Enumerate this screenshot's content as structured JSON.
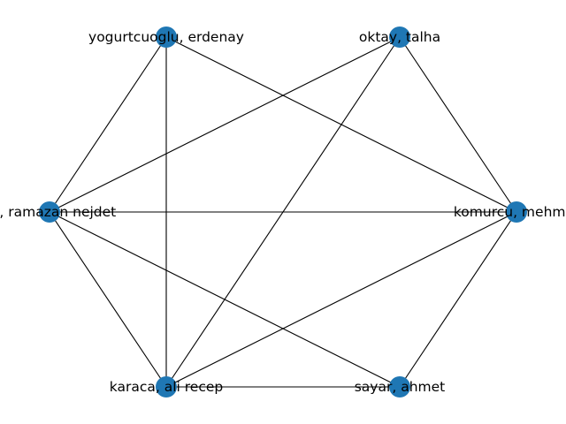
{
  "graph": {
    "node_color": "#1f77b4",
    "edge_color": "#000000",
    "background": "#ffffff",
    "nodes": [
      {
        "id": "yogurtcuoglu",
        "label": "yogurtcuoglu, erdenay"
      },
      {
        "id": "oktay",
        "label": "oktay, talha"
      },
      {
        "id": "ramazan",
        "label": "ya, ramazan nejdet"
      },
      {
        "id": "komurcu",
        "label": "komurcu, mehmet"
      },
      {
        "id": "karaca",
        "label": "karaca, ali recep"
      },
      {
        "id": "sayar",
        "label": "sayar, ahmet"
      }
    ],
    "edges": [
      [
        "yogurtcuoglu",
        "ramazan"
      ],
      [
        "yogurtcuoglu",
        "karaca"
      ],
      [
        "yogurtcuoglu",
        "komurcu"
      ],
      [
        "oktay",
        "ramazan"
      ],
      [
        "oktay",
        "karaca"
      ],
      [
        "oktay",
        "komurcu"
      ],
      [
        "ramazan",
        "komurcu"
      ],
      [
        "ramazan",
        "karaca"
      ],
      [
        "ramazan",
        "sayar"
      ],
      [
        "komurcu",
        "karaca"
      ],
      [
        "komurcu",
        "sayar"
      ],
      [
        "karaca",
        "sayar"
      ]
    ]
  }
}
